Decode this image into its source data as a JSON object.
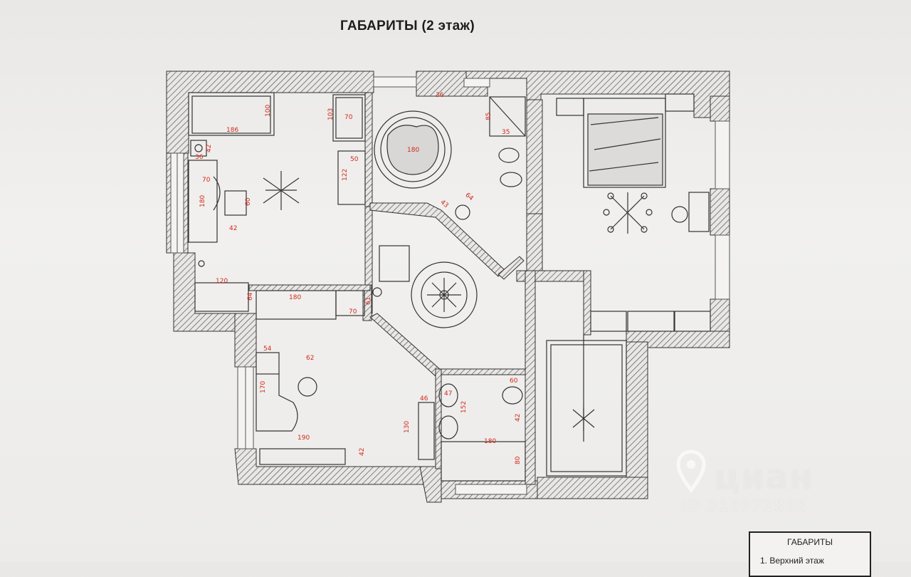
{
  "document": {
    "title": "ГАБАРИТЫ  (2 этаж)"
  },
  "dimensions": {
    "d186": "186",
    "d100": "100",
    "d103": "103",
    "d70a": "70",
    "d50": "50",
    "d122": "122",
    "d36": "36",
    "d42a": "42",
    "d70b": "70",
    "d180a": "180",
    "d60a": "60",
    "d42b": "42",
    "d120": "120",
    "d180b": "180",
    "d64a": "64",
    "d70c": "70",
    "d61": "61",
    "d180c": "180",
    "d43": "43",
    "d64b": "64",
    "d36b": "36",
    "d85": "85",
    "d35": "35",
    "d54": "54",
    "d62": "62",
    "d170": "170",
    "d190": "190",
    "d42c": "42",
    "d46": "46",
    "d130": "130",
    "d47": "47",
    "d152": "152",
    "d60b": "60",
    "d42d": "42",
    "d180d": "180",
    "d80": "80"
  },
  "watermark": {
    "brand": "циан",
    "id": "ID 316972808"
  },
  "legend": {
    "title": "ГАБАРИТЫ",
    "item": "1. Верхний этаж"
  }
}
